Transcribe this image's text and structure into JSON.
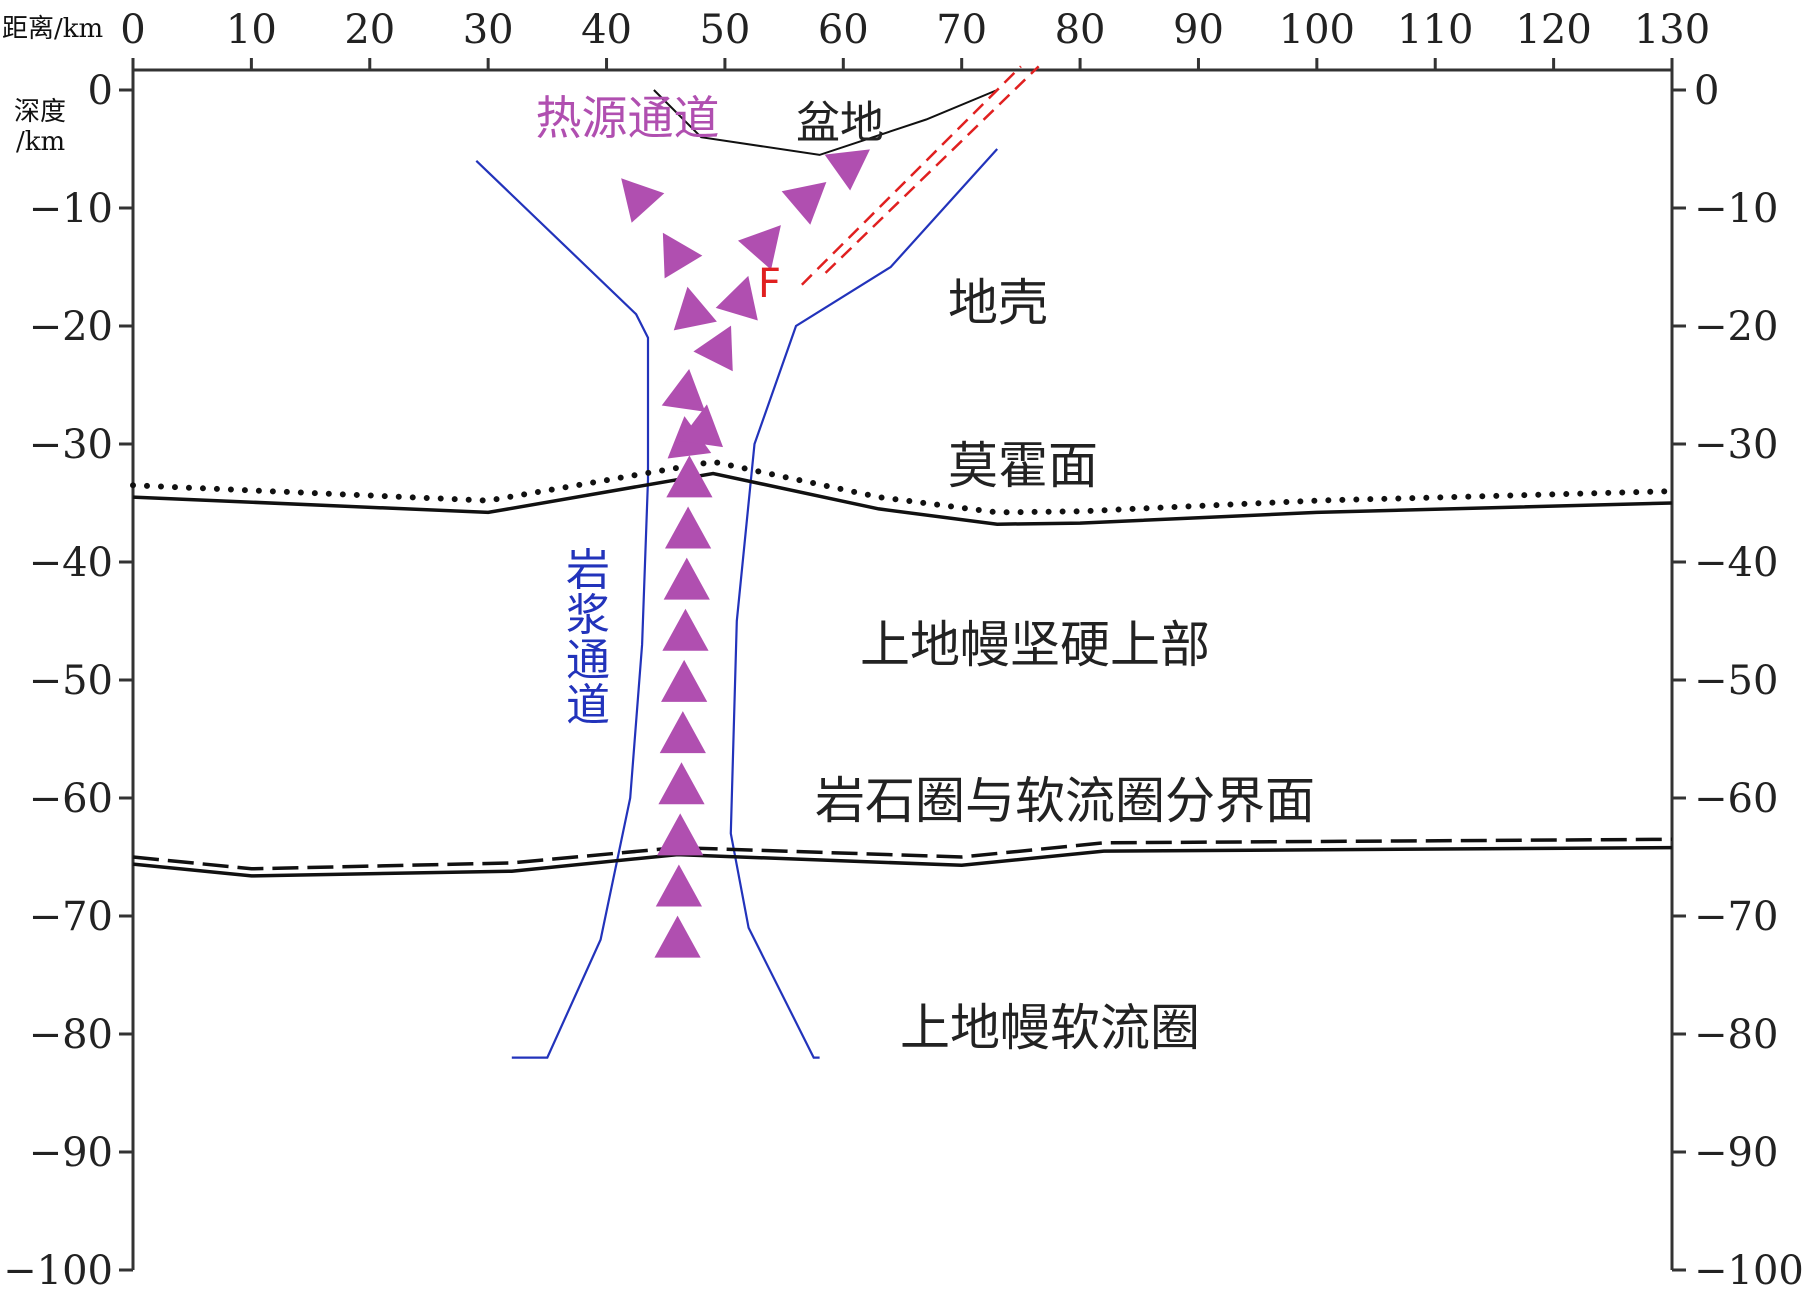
{
  "axes": {
    "distance_label": "距离/km",
    "depth_label_line1": "深度",
    "depth_label_line2": "/km",
    "x_range": [
      0,
      130
    ],
    "y_range": [
      -100,
      0
    ],
    "x_ticks": [
      "0",
      "10",
      "20",
      "30",
      "40",
      "50",
      "60",
      "70",
      "80",
      "90",
      "100",
      "110",
      "120",
      "130"
    ],
    "y_ticks_left": [
      "0",
      "−10",
      "−20",
      "−30",
      "−40",
      "−50",
      "−60",
      "−70",
      "−80",
      "−90",
      "−100"
    ],
    "y_ticks_right": [
      "0",
      "−10",
      "−20",
      "−30",
      "−40",
      "−50",
      "−60",
      "−70",
      "−80",
      "−90",
      "−100"
    ]
  },
  "labels": {
    "basin": "盆地",
    "heat_channel": "热源通道",
    "fault": "F",
    "crust": "地壳",
    "moho": "莫霍面",
    "magma_channel": [
      "岩",
      "浆",
      "通",
      "道"
    ],
    "upper_mantle_lid": "上地幔坚硬上部",
    "lab": "岩石圈与软流圈分界面",
    "asthenosphere": "上地幔软流圈"
  },
  "colors": {
    "axis": "#333333",
    "boundary": "#111111",
    "magma_channel": "#2233bb",
    "heat_flow": "#b04fb0",
    "fault": "#e02020"
  },
  "features": {
    "basin_outline": [
      [
        44,
        0
      ],
      [
        48,
        -4
      ],
      [
        58,
        -5.5
      ],
      [
        67,
        -2.5
      ],
      [
        73,
        0
      ]
    ],
    "magma_channel_left": [
      [
        29,
        -6
      ],
      [
        42.5,
        -19
      ],
      [
        43.5,
        -21
      ],
      [
        43.5,
        -33
      ],
      [
        43,
        -47
      ],
      [
        42,
        -60
      ],
      [
        39.5,
        -72
      ],
      [
        35,
        -82
      ],
      [
        32,
        -82
      ]
    ],
    "magma_channel_right": [
      [
        73,
        -5
      ],
      [
        64,
        -15
      ],
      [
        56,
        -20
      ],
      [
        52.5,
        -30
      ],
      [
        51,
        -45
      ],
      [
        50.5,
        -63
      ],
      [
        52,
        -71
      ],
      [
        57.5,
        -82
      ],
      [
        58,
        -82
      ]
    ],
    "moho_solid": [
      [
        0,
        -34.5
      ],
      [
        30,
        -35.8
      ],
      [
        49,
        -32.5
      ],
      [
        63,
        -35.5
      ],
      [
        73,
        -36.8
      ],
      [
        80,
        -36.7
      ],
      [
        100,
        -35.8
      ],
      [
        130,
        -35
      ]
    ],
    "moho_dotted": [
      [
        0,
        -33.5
      ],
      [
        30,
        -34.8
      ],
      [
        49,
        -31.5
      ],
      [
        63,
        -34.5
      ],
      [
        73,
        -35.8
      ],
      [
        80,
        -35.7
      ],
      [
        100,
        -34.8
      ],
      [
        130,
        -34
      ]
    ],
    "lab_upper": [
      [
        0,
        -65
      ],
      [
        10,
        -66
      ],
      [
        32,
        -65.5
      ],
      [
        46,
        -64.2
      ],
      [
        70,
        -65
      ],
      [
        82,
        -63.8
      ],
      [
        130,
        -63.5
      ]
    ],
    "lab_lower": [
      [
        0,
        -65.6
      ],
      [
        10,
        -66.6
      ],
      [
        32,
        -66.2
      ],
      [
        46,
        -64.8
      ],
      [
        70,
        -65.7
      ],
      [
        82,
        -64.5
      ],
      [
        130,
        -64.2
      ]
    ],
    "fault_lines": [
      [
        [
          56.5,
          -16.5
        ],
        [
          75,
          2
        ]
      ],
      [
        [
          58.5,
          -15.5
        ],
        [
          76.5,
          2
        ]
      ]
    ],
    "heat_flow_stem": {
      "x_bottom": 46,
      "y_bottom": -72,
      "x_top": 47,
      "y_top": -33,
      "count": 10
    },
    "heat_flow_left_branch": [
      [
        47,
        -31
      ],
      [
        46.5,
        -27
      ],
      [
        47.5,
        -20
      ],
      [
        46.5,
        -15
      ],
      [
        43.5,
        -10
      ],
      [
        39,
        -5
      ]
    ],
    "heat_flow_right_branch": [
      [
        48,
        -30
      ],
      [
        49,
        -23
      ],
      [
        51,
        -19
      ],
      [
        52.5,
        -14
      ],
      [
        56,
        -10
      ],
      [
        59.5,
        -7
      ],
      [
        63,
        -4.5
      ]
    ],
    "heat_channel_label_pos": [
      34,
      -1
    ],
    "basin_label_pos": [
      56,
      -1.3
    ]
  }
}
